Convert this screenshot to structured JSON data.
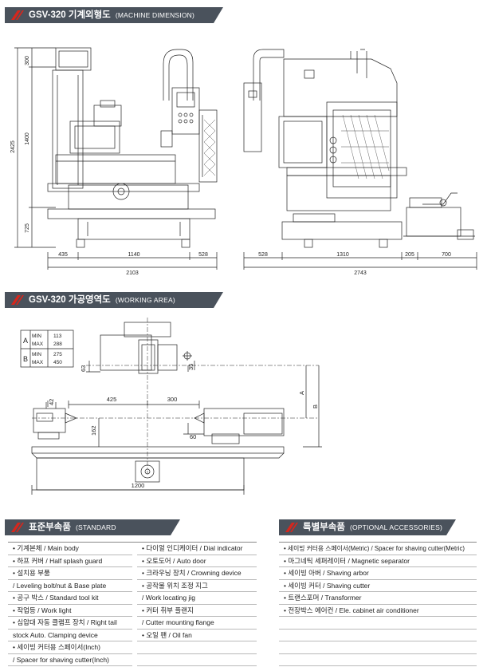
{
  "section1": {
    "title": "GSV-320 기계외형도",
    "subtitle": "(MACHINE DIMENSION)"
  },
  "dims_front": {
    "h300": "300",
    "h1400": "1400",
    "h2425": "2425",
    "h725": "725",
    "w435": "435",
    "w1140": "1140",
    "w528": "528",
    "w2103": "2103"
  },
  "dims_side": {
    "w528": "528",
    "w1310": "1310",
    "w205": "205",
    "w700": "700",
    "w2743": "2743"
  },
  "section2": {
    "title": "GSV-320 가공영역도",
    "subtitle": "(WORKING AREA)"
  },
  "range_table": {
    "rows": [
      {
        "key": "A",
        "min_label": "MIN",
        "min": "113",
        "max_label": "MAX",
        "max": "288"
      },
      {
        "key": "B",
        "min_label": "MIN",
        "min": "275",
        "max_label": "MAX",
        "max": "450"
      }
    ]
  },
  "work_dims": {
    "d63": "63",
    "d35": "35",
    "d42": "42",
    "d425": "425",
    "d300": "300",
    "d162": "162",
    "d60": "60",
    "d1200": "1200",
    "labelA": "A",
    "labelB": "B"
  },
  "standard": {
    "title": "표준부속품",
    "subtitle": "(STANDARD ACCESSORIES)",
    "left": [
      "• 기계본체 / Main body",
      "• 하프 커버 / Half splash guard",
      "• 설치용 부품",
      "  / Leveling bolt/nut & Base plate",
      "• 공구 박스 / Standard tool kit",
      "• 작업등 / Work light",
      "• 심압대 자동 클램프 장치 / Right tail",
      "  stock Auto. Clamping device",
      "• 세이빙 커터용 스페이서(Inch)",
      "  / Spacer for shaving cutter(Inch)"
    ],
    "right": [
      "• 다이얼 인디케이터 / Dial indicator",
      "• 오토도어 / Auto door",
      "• 크라우닝 장치 / Crowning device",
      "• 공작물 위치 조정 지그",
      "  / Work locating jig",
      "• 커터 취부 플랜지",
      "  / Cutter mounting flange",
      "• 오일 팬 / Oil fan",
      "",
      ""
    ]
  },
  "optional": {
    "title": "특별부속품",
    "subtitle": "(OPTIONAL ACCESSORIES)",
    "items": [
      "• 세이빙 커터용 스페이서(Metric) / Spacer for shaving cutter(Metric)",
      "• 마그네틱 세퍼레이터 / Magnetic separator",
      "• 세이빙 아버 / Shaving arbor",
      "• 세이빙 커터 / Shaving cutter",
      "• 트랜스포머 / Transformer",
      "• 전장박스 에어컨 / Ele. cabinet air conditioner",
      "",
      "",
      "",
      ""
    ]
  },
  "colors": {
    "header_bg": "#4a525c",
    "accent_stripe": "#d7261c",
    "line": "#222222"
  }
}
